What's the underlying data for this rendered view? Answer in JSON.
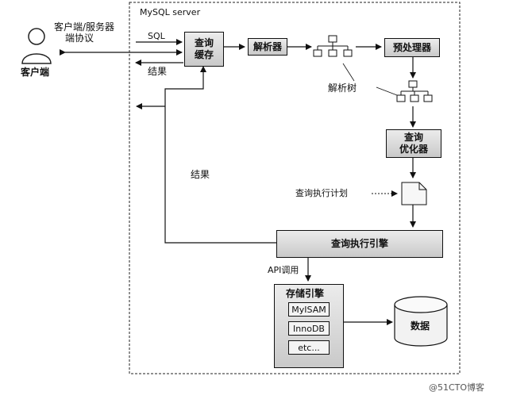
{
  "server": {
    "title": "MySQL server"
  },
  "client": {
    "protocol_line1": "客户端/服务器",
    "protocol_line2": "端协议",
    "label": "客户端"
  },
  "labels": {
    "sql": "SQL",
    "result_top": "结果",
    "result_left": "结果",
    "parse_tree": "解析树",
    "execution_plan": "查询执行计划",
    "api_call": "API调用"
  },
  "boxes": {
    "query_cache_line1": "查询",
    "query_cache_line2": "缓存",
    "parser": "解析器",
    "preprocessor": "预处理器",
    "optimizer_line1": "查询",
    "optimizer_line2": "优化器",
    "execution_engine": "查询执行引擎",
    "storage_engine": "存储引擎",
    "engines": [
      "MyISAM",
      "InnoDB",
      "etc..."
    ],
    "data": "数据"
  },
  "watermark": "@51CTO博客",
  "icons": [
    "person-icon",
    "tree-icon",
    "document-icon",
    "database-icon"
  ]
}
